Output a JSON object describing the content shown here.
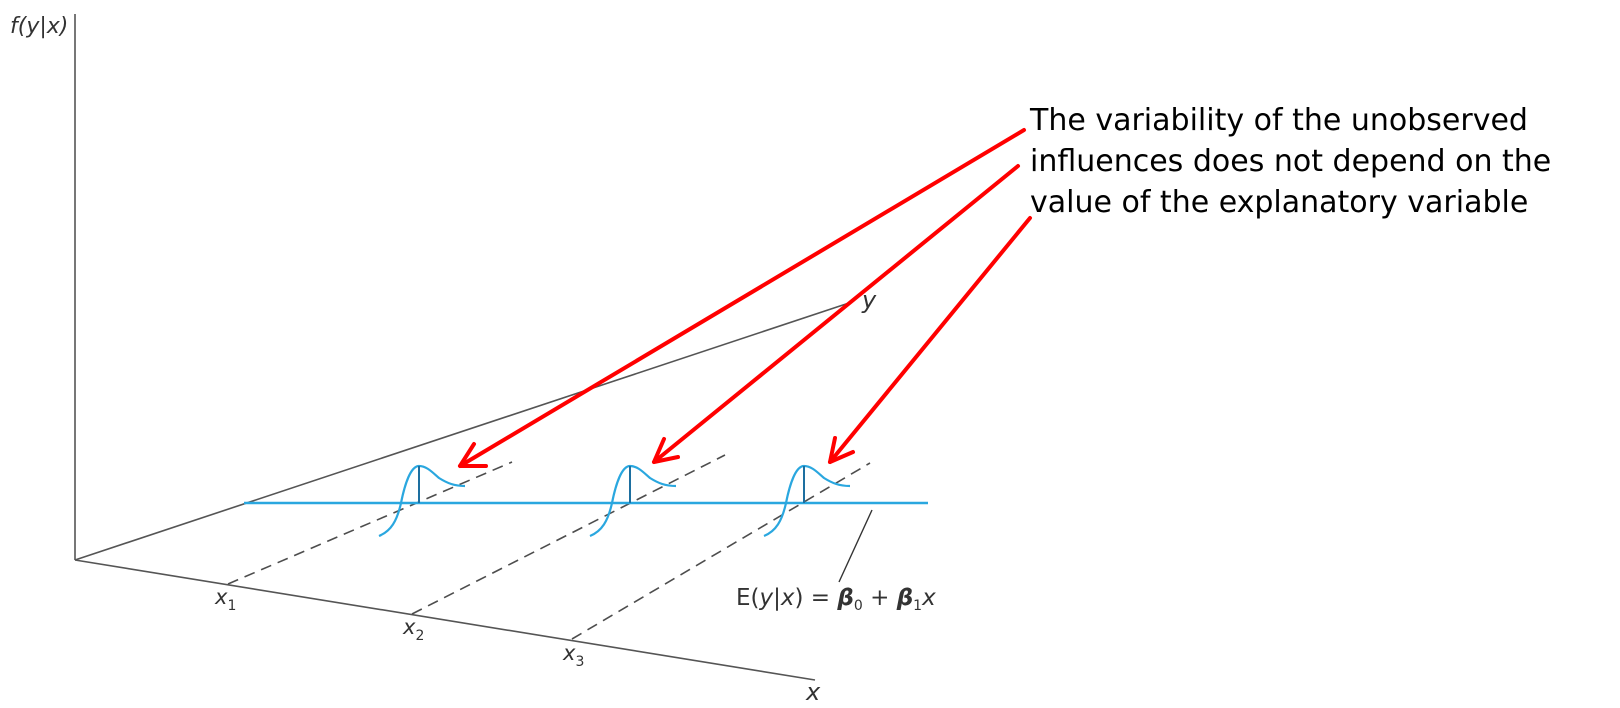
{
  "axes": {
    "vertical_label": "f(y|x)",
    "depth_label": "y",
    "horizontal_label": "x"
  },
  "ticks": [
    {
      "base": "x",
      "sub": "1"
    },
    {
      "base": "x",
      "sub": "2"
    },
    {
      "base": "x",
      "sub": "3"
    }
  ],
  "regression_label": {
    "prefix": "E(",
    "y": "y",
    "bar": "|",
    "x": "x",
    "suffix": ") = ",
    "beta": "β",
    "sub0": "0",
    "plus": " + ",
    "sub1": "1",
    "tail_x": "x"
  },
  "annotation": {
    "lines": [
      "The variability of the unobserved",
      "influences does not depend on the",
      "value of the explanatory variable"
    ]
  },
  "colors": {
    "regression_line": "#2aa7df",
    "arrows": "#ff0000",
    "axes": "#555555"
  }
}
